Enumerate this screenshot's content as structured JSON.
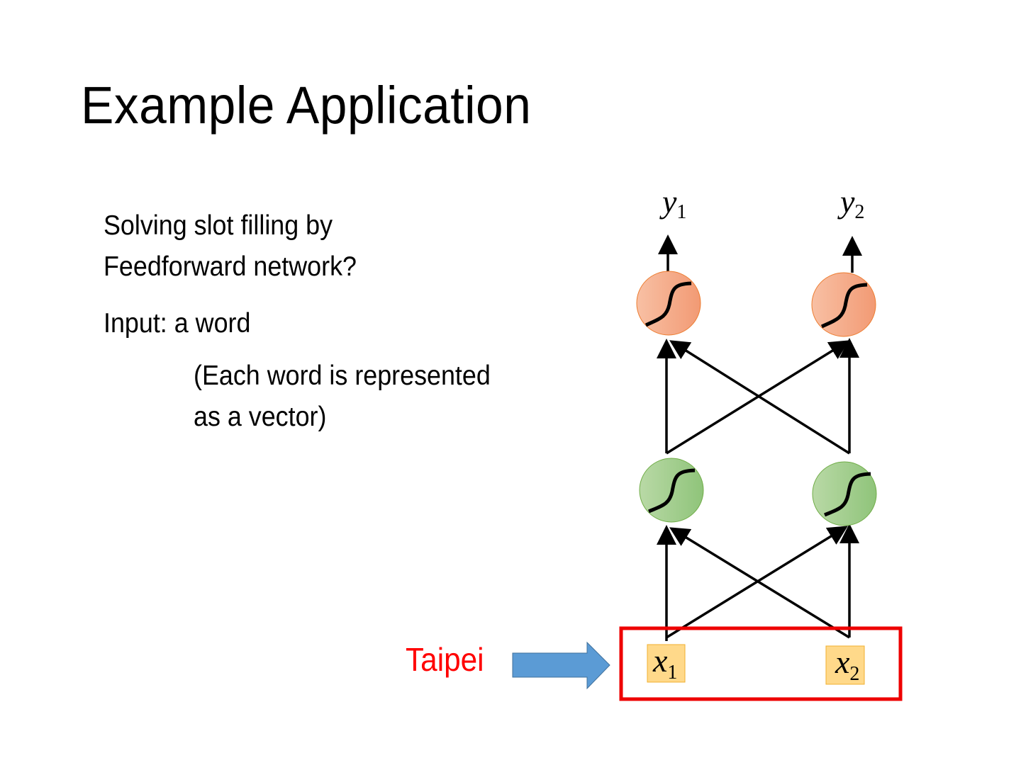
{
  "slide": {
    "title": "Example Application",
    "body": {
      "line1": "Solving slot filling by",
      "line2": "Feedforward network?",
      "input_label": "Input: a word",
      "note_line1": "(Each word is represented",
      "note_line2": "as a vector)"
    }
  },
  "diagram": {
    "input_word": "Taipei",
    "input_word_color": "#ff0000",
    "arrow_color": "#5b9bd5",
    "input_box_color": "#ee0000",
    "inputs": [
      {
        "var": "x",
        "sub": "1"
      },
      {
        "var": "x",
        "sub": "2"
      }
    ],
    "outputs": [
      {
        "var": "y",
        "sub": "1"
      },
      {
        "var": "y",
        "sub": "2"
      }
    ],
    "hidden_layer": {
      "neurons": 2,
      "activation": "sigmoid-icon",
      "color": "#a9d18e"
    },
    "output_layer": {
      "neurons": 2,
      "activation": "sigmoid-icon",
      "color": "#f4b183"
    },
    "input_cell_color": "#ffd966",
    "connections": "fully-connected"
  }
}
